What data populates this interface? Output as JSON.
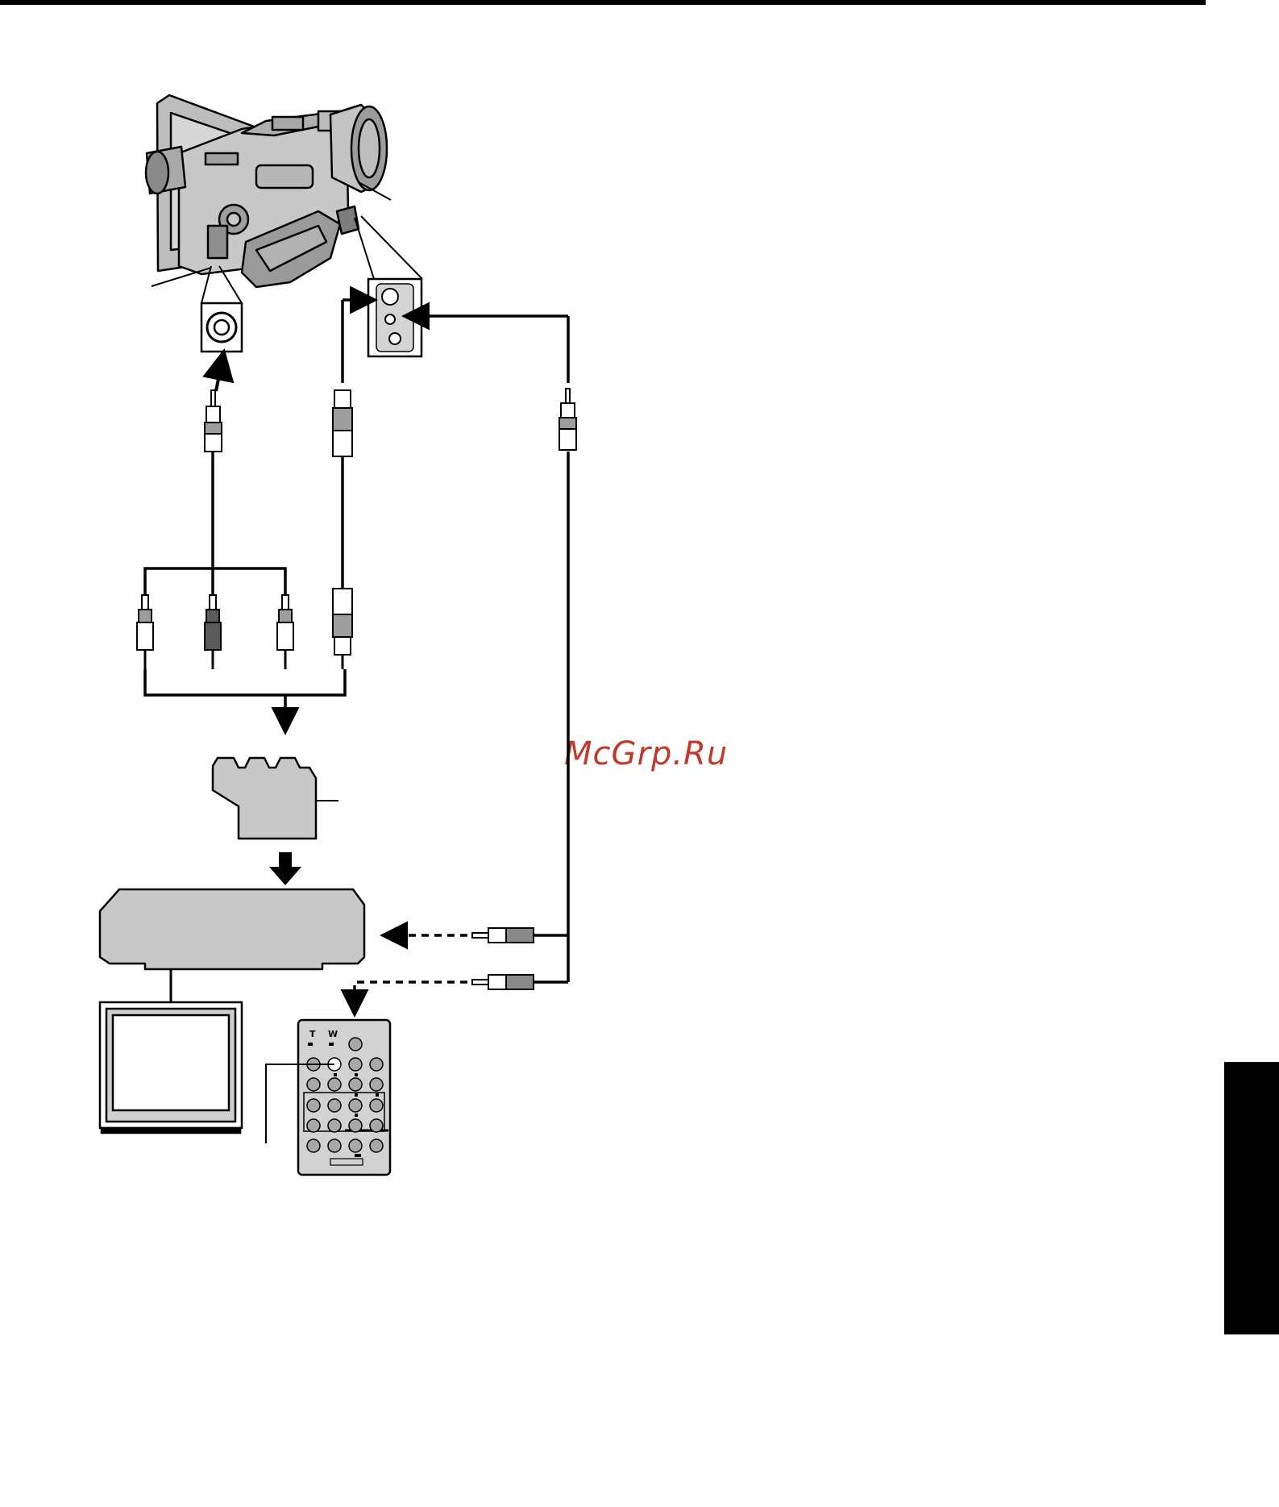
{
  "watermark": {
    "text": "McGrp.Ru",
    "color": "#c0392b"
  },
  "remote": {
    "zoom_tele_label": "T",
    "zoom_wide_label": "W"
  },
  "colors": {
    "line": "#000000",
    "device_fill": "#c8c8c8",
    "device_dark": "#7a7a7a",
    "side_tab": "#000000"
  },
  "icons": {
    "camcorder": "camcorder-icon",
    "vcr": "vcr-icon",
    "tv": "tv-icon",
    "remote": "remote-control-icon",
    "adapter": "scart-adapter-icon"
  }
}
